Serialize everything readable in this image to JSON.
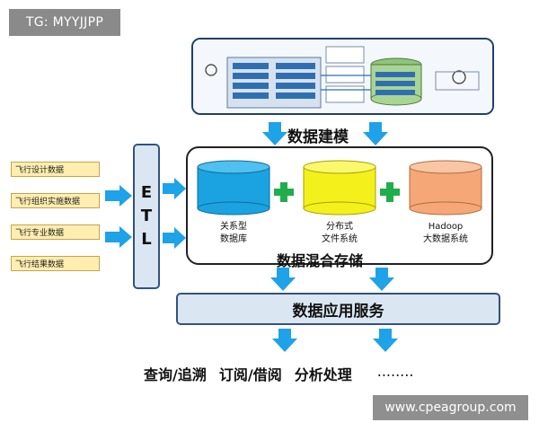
{
  "watermark_top": "TG: MYYJJPP",
  "watermark_bottom": "www.cpeagroup.com",
  "modeling_label": "数据建模",
  "sources": [
    "飞行设计数据",
    "飞行组织实施数据",
    "飞行专业数据",
    "飞行结果数据"
  ],
  "etl": [
    "E",
    "T",
    "L"
  ],
  "databases": [
    {
      "line1": "关系型",
      "line2": "数据库",
      "color": "#1aa3e0"
    },
    {
      "line1": "分布式",
      "line2": "文件系统",
      "color": "#f4f01c"
    },
    {
      "line1": "Hadoop",
      "line2": "大数据系统",
      "color": "#f5a777"
    }
  ],
  "storage_label": "数据混合存储",
  "service_label": "数据应用服务",
  "applications": [
    "查询/追溯",
    "订阅/借阅",
    "分析处理",
    "........"
  ],
  "colors": {
    "arrow": "#1ea2e8",
    "plus": "#1fae4b",
    "bar_fill": "#dbe6f3",
    "bar_border": "#33527e",
    "source_fill": "#ffeeb0"
  }
}
